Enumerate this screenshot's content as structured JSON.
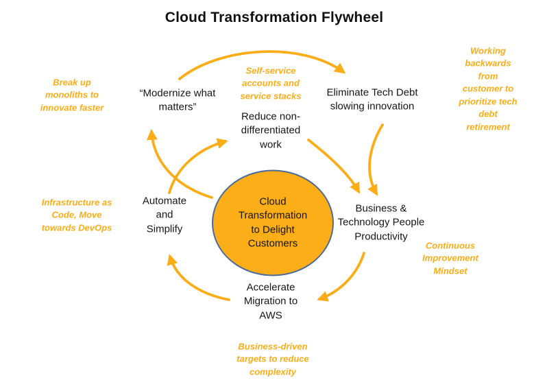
{
  "title": "Cloud Transformation Flywheel",
  "hub": {
    "label": "Cloud\nTransformation\nto Delight\nCustomers"
  },
  "nodes": [
    {
      "id": "modernize-what-matters",
      "label": "“Modernize what\nmatters”"
    },
    {
      "id": "reduce-non-differentiated-work",
      "label": "Reduce non-\ndifferentiated\nwork"
    },
    {
      "id": "eliminate-tech-debt",
      "label": "Eliminate Tech Debt\nslowing innovation"
    },
    {
      "id": "business-technology-productivity",
      "label": "Business &\nTechnology People\nProductivity"
    },
    {
      "id": "accelerate-migration-aws",
      "label": "Accelerate\nMigration to\nAWS"
    },
    {
      "id": "automate-and-simplify",
      "label": "Automate\nand\nSimplify"
    }
  ],
  "annotations": [
    {
      "id": "break-up-monoliths",
      "label": "Break up\nmonoliths to\ninnovate faster"
    },
    {
      "id": "self-service-stacks",
      "label": "Self-service\naccounts and\nservice stacks"
    },
    {
      "id": "working-backwards",
      "label": "Working\nbackwards from\ncustomer to\nprioritize tech\ndebt retirement"
    },
    {
      "id": "infrastructure-as-code",
      "label": "Infrastructure as\nCode, Move\ntowards DevOps"
    },
    {
      "id": "continuous-improvement",
      "label": "Continuous\nImprovement\nMindset"
    },
    {
      "id": "business-driven-targets",
      "label": "Business-driven\ntargets to reduce\ncomplexity"
    }
  ],
  "colors": {
    "accent_gold": "#FBAD18",
    "hub_fill": "#FBAE17",
    "hub_border": "#4A6A9D",
    "text_black": "#151515",
    "background": "#FFFFFF"
  }
}
